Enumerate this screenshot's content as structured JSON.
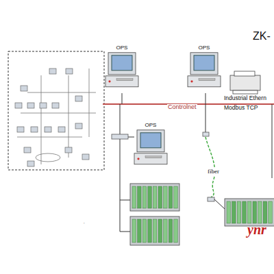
{
  "diagram": {
    "nodes": [
      {
        "text": [
          "OPS"
        ]
      },
      {
        "text": [
          "OPS"
        ]
      },
      {
        "text": [
          "OPS"
        ]
      }
    ],
    "labels": [
      "ZK-",
      "Controlnet",
      "Industrial Ethern",
      "Modbus TCP",
      "fiber",
      "ynr"
    ]
  }
}
